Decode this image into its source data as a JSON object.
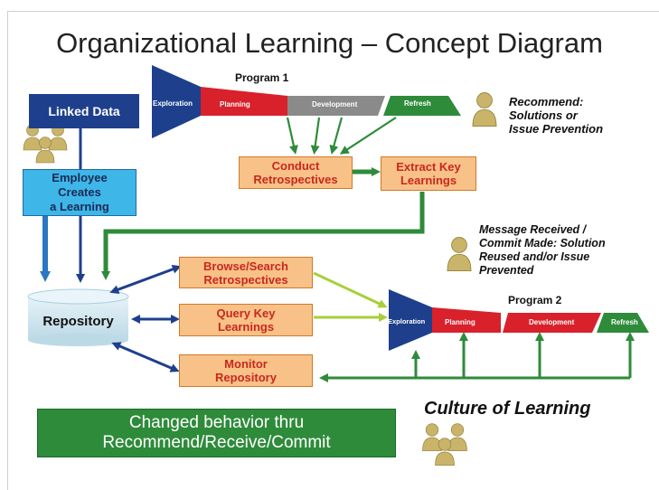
{
  "title": "Organizational Learning – Concept Diagram",
  "program1": {
    "label": "Program 1",
    "phases": [
      "Exploration",
      "Planning",
      "Development",
      "Refresh"
    ]
  },
  "program2": {
    "label": "Program 2",
    "phases": [
      "Exploration",
      "Planning",
      "Development",
      "Refresh"
    ]
  },
  "linked_data": "Linked Data",
  "employee_box": [
    "Employee",
    "Creates",
    "a Learning"
  ],
  "conduct_box": [
    "Conduct",
    "Retrospectives"
  ],
  "extract_box": [
    "Extract Key",
    "Learnings"
  ],
  "repository": "Repository",
  "browse_box": [
    "Browse/Search",
    "Retrospectives"
  ],
  "query_box": [
    "Query Key",
    "Learnings"
  ],
  "monitor_box": [
    "Monitor",
    "Repository"
  ],
  "recommend_text": [
    "Recommend:",
    "Solutions or",
    "Issue Prevention"
  ],
  "message_text": [
    "Message Received /",
    "Commit Made: Solution",
    "Reused and/or Issue",
    "Prevented"
  ],
  "culture_text": "Culture of Learning",
  "changed_box": [
    "Changed behavior thru",
    "Recommend/Receive/Commit"
  ],
  "colors": {
    "orange": "#f8c187",
    "navy": "#1e3f8c",
    "red": "#d9212b",
    "green": "#2e8b3a",
    "gray": "#8a8a8a",
    "lightgreen": "#a8cf3a"
  },
  "icons": [
    "people-group-icon",
    "person-icon"
  ]
}
